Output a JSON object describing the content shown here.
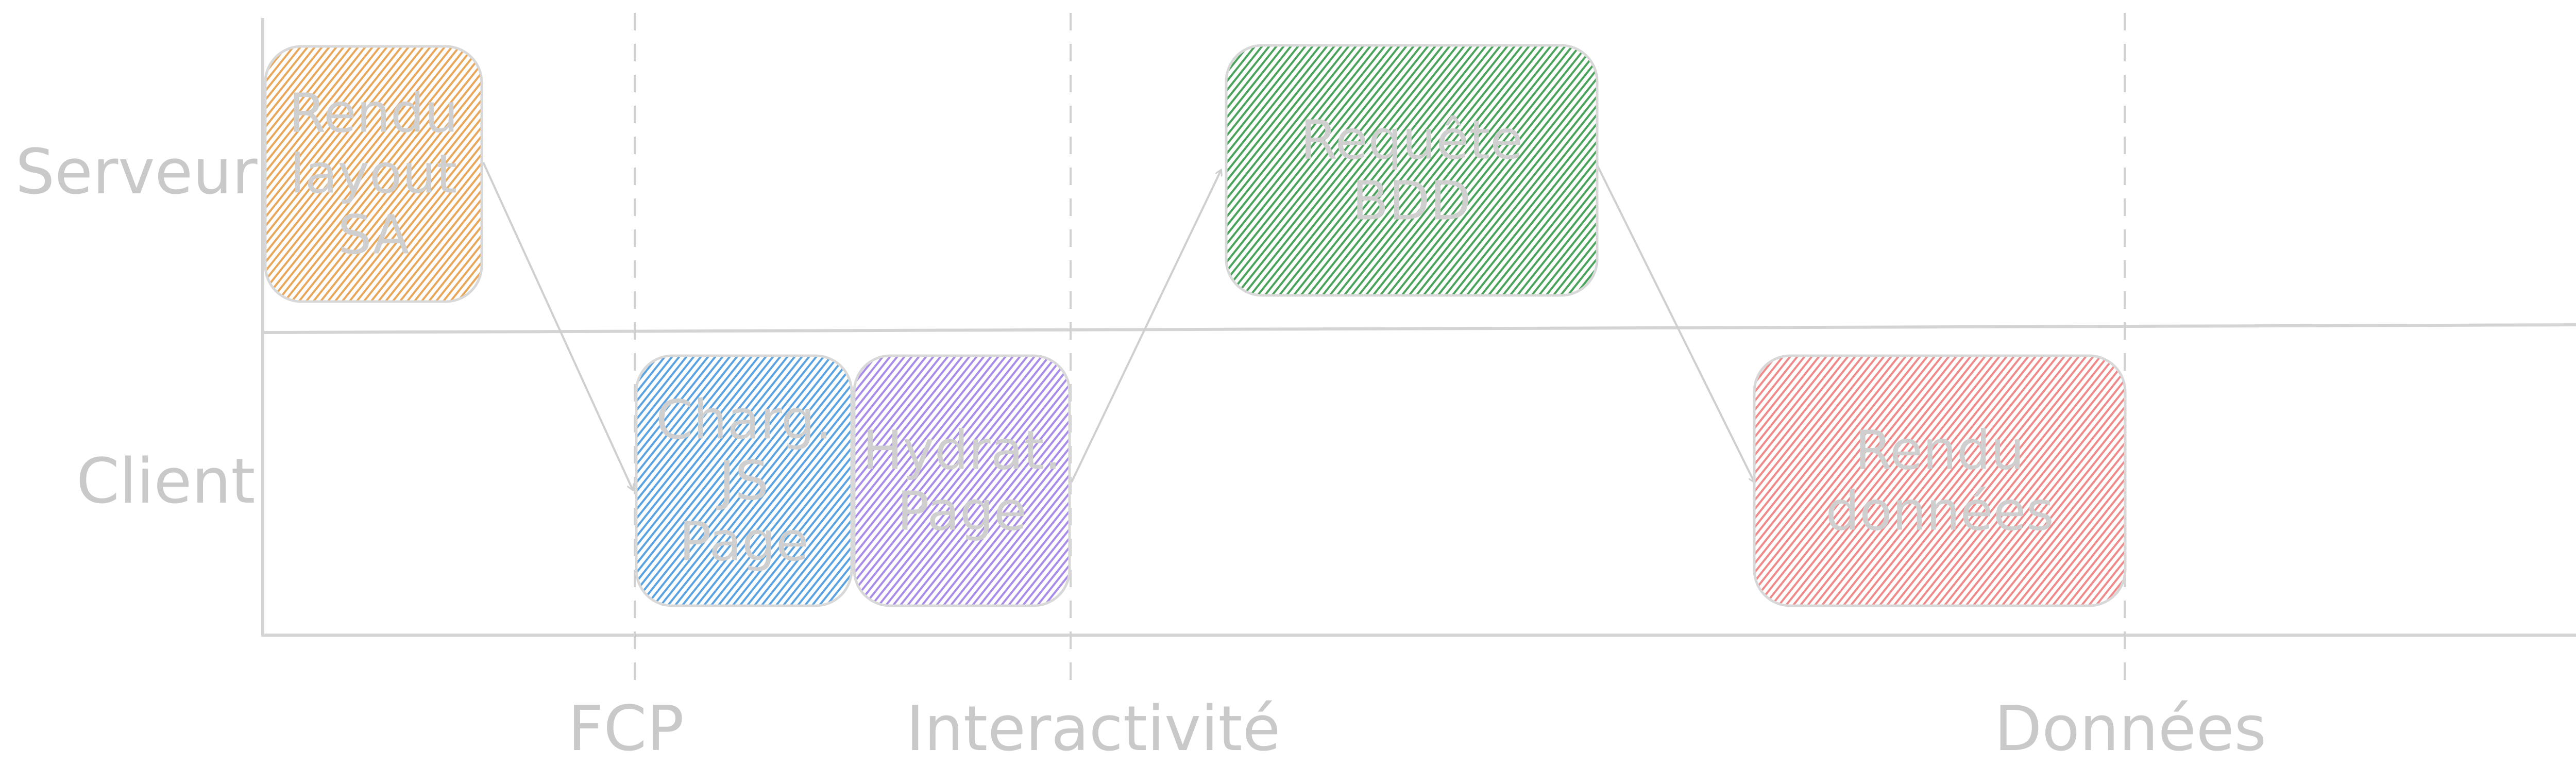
{
  "lanes": [
    {
      "id": "server",
      "label": "Serveur"
    },
    {
      "id": "client",
      "label": "Client"
    }
  ],
  "milestones": [
    {
      "id": "fcp",
      "label": "FCP"
    },
    {
      "id": "interactivity",
      "label": "Interactivité"
    },
    {
      "id": "data",
      "label": "Données"
    }
  ],
  "steps": [
    {
      "id": "render-layout",
      "lane": "server",
      "lines": [
        "Rendu",
        "layout",
        "SA"
      ],
      "color": "#e8a75a"
    },
    {
      "id": "load-js",
      "lane": "client",
      "lines": [
        "Charg.",
        "JS",
        "Page"
      ],
      "color": "#5aa3e0"
    },
    {
      "id": "hydrate",
      "lane": "client",
      "lines": [
        "Hydrat.",
        "Page"
      ],
      "color": "#a98be8"
    },
    {
      "id": "fetch-db",
      "lane": "server",
      "lines": [
        "Requête",
        "BDD"
      ],
      "color": "#4aa35a"
    },
    {
      "id": "render-data",
      "lane": "client",
      "lines": [
        "Rendu",
        "données"
      ],
      "color": "#ef8a8a"
    }
  ],
  "colors": {
    "axis": "#d4d4d4",
    "guide": "#d0d0d0",
    "arrow": "#cfcfcf",
    "text": "#c9c9c9"
  }
}
